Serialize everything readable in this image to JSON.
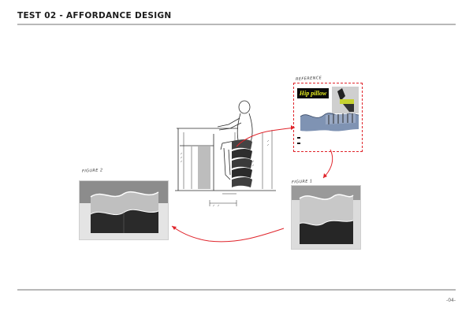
{
  "header": {
    "title": "TEST 02 - AFFORDANCE DESIGN"
  },
  "footer": {
    "page_number": "-04-"
  },
  "labels": {
    "reference": "REFERENCE",
    "figure_2": "FIGURE 2",
    "figure_1": "FIGURE 1"
  },
  "reference": {
    "banner": "Hip pillow",
    "note_1": "",
    "note_2": ""
  },
  "colors": {
    "accent_red": "#e0242b",
    "rule_gray": "#b8b8b8",
    "sketch_ink": "#2a2a2a",
    "banner_bg": "#0a0a0a",
    "banner_text": "#e8f020",
    "seat_blue": "#7f93b3"
  }
}
